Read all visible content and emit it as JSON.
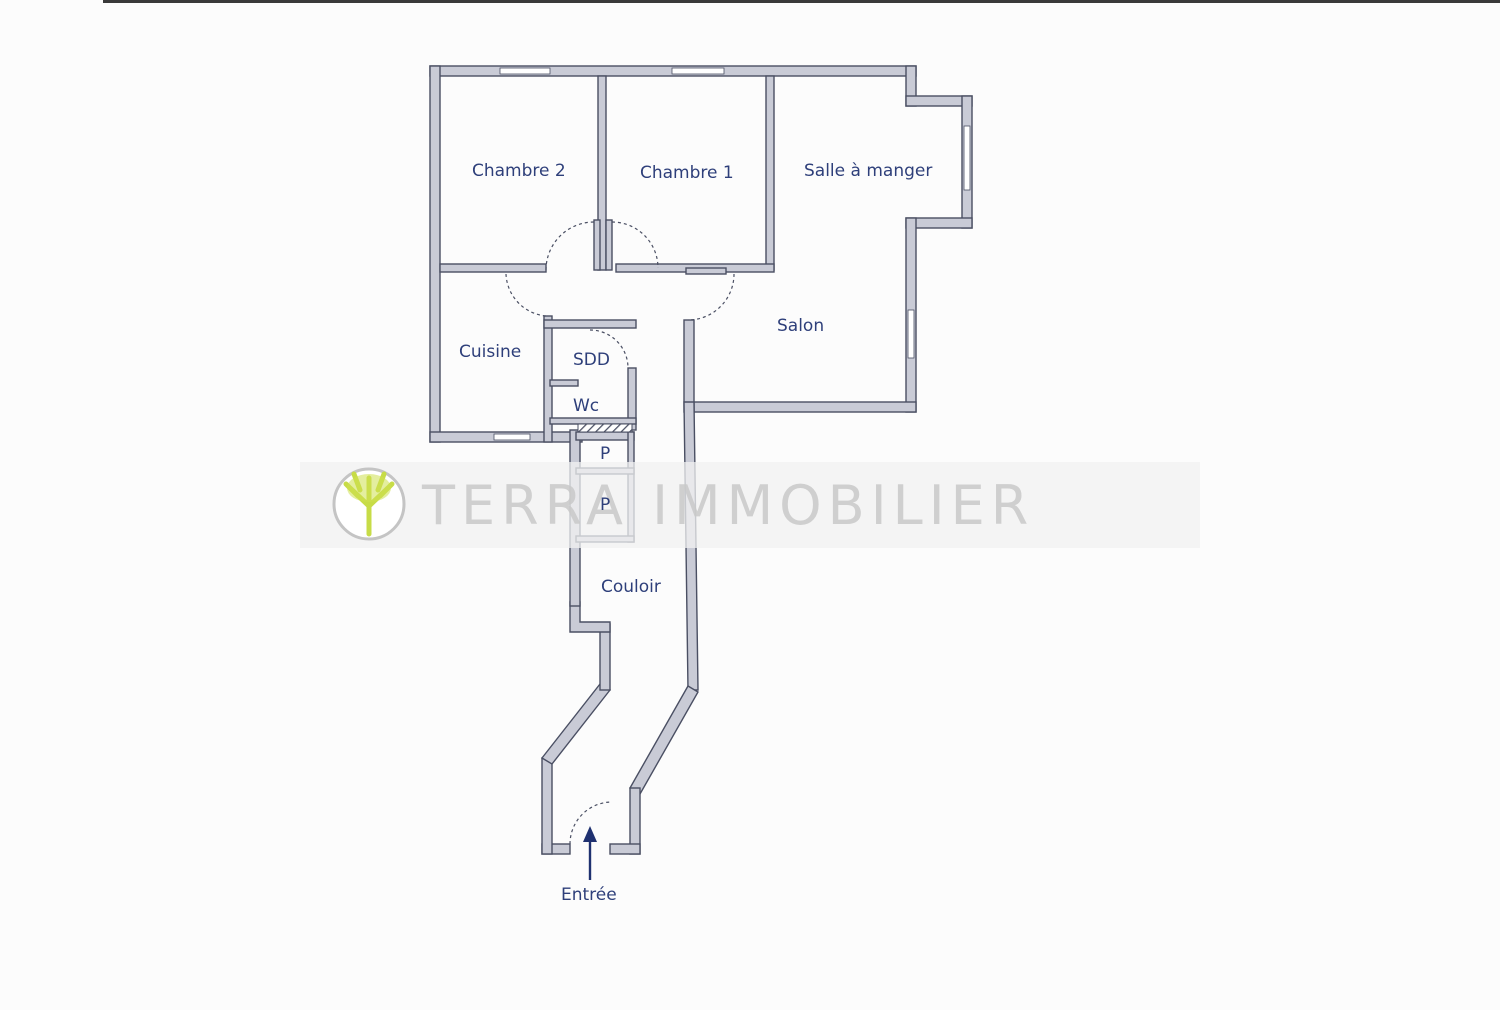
{
  "rooms": {
    "chambre2": "Chambre 2",
    "chambre1": "Chambre 1",
    "salle_a_manger": "Salle à manger",
    "salon": "Salon",
    "cuisine": "Cuisine",
    "sdd": "SDD",
    "wc": "Wc",
    "placard1": "P",
    "placard2": "P",
    "couloir": "Couloir",
    "entree": "Entrée"
  },
  "watermark": {
    "text": "TERRA IMMOBILIER",
    "logo": "tree-icon"
  },
  "colors": {
    "wall": "#c9cbd6",
    "label": "#2e3f7a",
    "arrow": "#1f3170",
    "logo": "#c7dc47"
  }
}
